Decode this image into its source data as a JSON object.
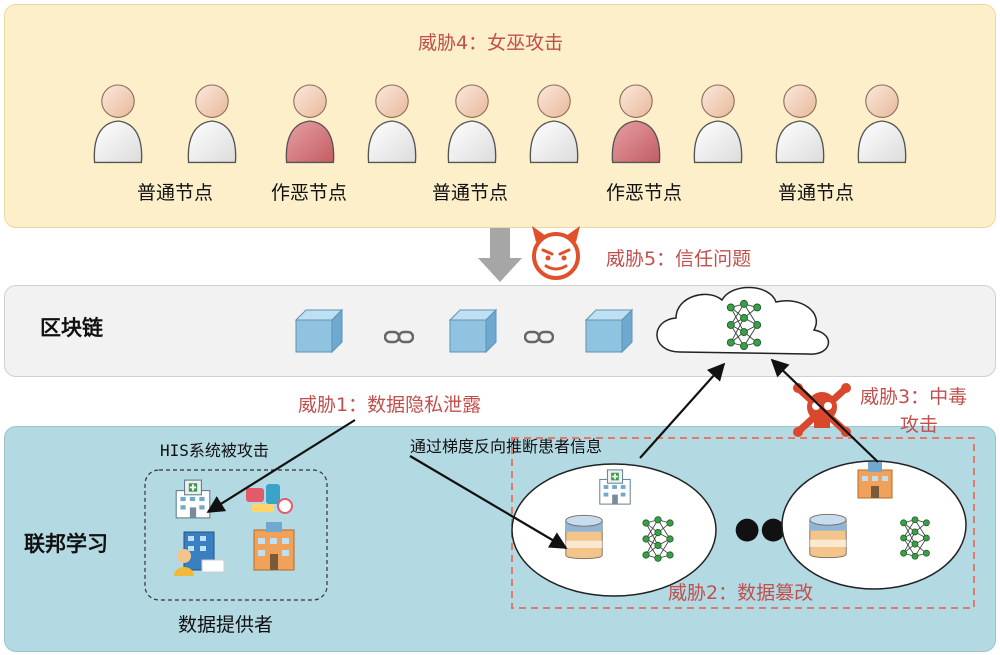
{
  "threats": {
    "sybil": "威胁4：女巫攻击",
    "trust": "威胁5：信任问题",
    "privacy_leak": "威胁1：数据隐私泄露",
    "poisoning_line1": "威胁3：中毒",
    "poisoning_line2": "攻击",
    "tampering": "威胁2：数据篡改"
  },
  "nodes": [
    {
      "label": "普通节点",
      "type": "normal"
    },
    {
      "label": "作恶节点",
      "type": "malicious"
    },
    {
      "label": "普通节点",
      "type": "normal"
    },
    {
      "label": "作恶节点",
      "type": "malicious"
    },
    {
      "label": "普通节点",
      "type": "normal"
    }
  ],
  "sections": {
    "blockchain": "区块链",
    "federated_learning": "联邦学习"
  },
  "labels": {
    "his_attacked": "HIS系统被攻击",
    "gradient_inference": "通过梯度反向推断患者信息",
    "data_providers": "数据提供者",
    "ellipsis": "●●●"
  },
  "colors": {
    "top_panel": "#fcefc9",
    "chain_panel": "#f2f2f2",
    "fl_panel": "#b3d9e3",
    "threat_text": "#c0504d",
    "normal_person": "#ffffff",
    "malicious_person": "#d9777c",
    "block": "#8fc3e0",
    "devil": "#e0502a",
    "skull": "#d9482c",
    "dashed_box": "#e07a6a"
  }
}
